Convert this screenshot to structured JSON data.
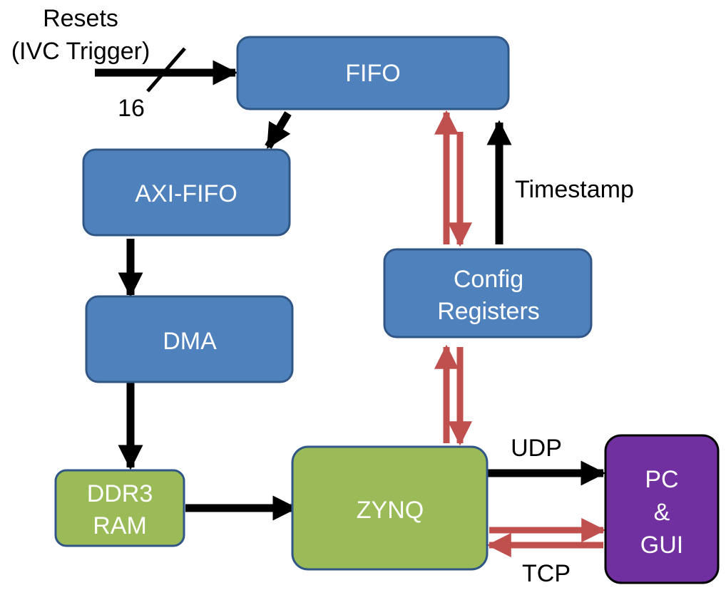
{
  "colors": {
    "blue_fill": "#4f81bd",
    "blue_stroke": "#2f5685",
    "green_fill": "#9bbb59",
    "green_stroke": "#2f5685",
    "purple_fill": "#7030a0",
    "purple_stroke": "#000000",
    "black_arrow": "#000000",
    "red_arrow": "#c0504d"
  },
  "nodes": {
    "fifo": {
      "label": "FIFO"
    },
    "axi_fifo": {
      "label": "AXI-FIFO"
    },
    "dma": {
      "label": "DMA"
    },
    "ddr3": {
      "line1": "DDR3",
      "line2": "RAM"
    },
    "zynq": {
      "label": "ZYNQ"
    },
    "config": {
      "line1": "Config",
      "line2": "Registers"
    },
    "pc": {
      "line1": "PC",
      "line2": "&",
      "line3": "GUI"
    }
  },
  "labels": {
    "resets_line1": "Resets",
    "resets_line2": "(IVC Trigger)",
    "bus_width": "16",
    "timestamp": "Timestamp",
    "udp": "UDP",
    "tcp": "TCP"
  }
}
